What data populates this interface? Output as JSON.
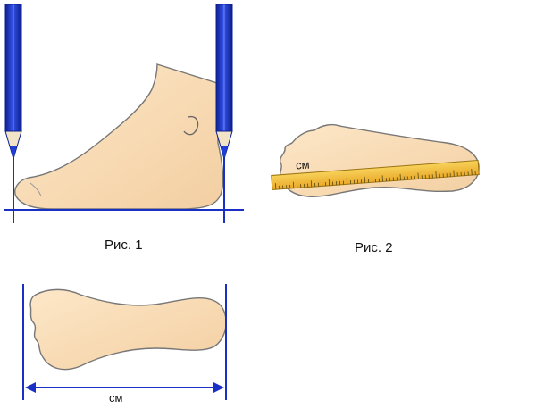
{
  "figures": [
    {
      "caption": "Рис. 1"
    },
    {
      "caption": "Рис. 2",
      "unit_label": "см"
    },
    {
      "unit_label": "см"
    }
  ],
  "colors": {
    "skin": "#fbe0bd",
    "skin_shadow": "#f1c99a",
    "outline": "#777777",
    "line_blue": "#1a2fc4",
    "pencil_blue": "#1f3fd6",
    "pencil_dark": "#0c1f8f",
    "pencil_wood": "#f2e4c6",
    "ruler": "#f5c13a",
    "ruler_tick": "#5a4a10"
  },
  "icons": [
    "pencil-icon",
    "ruler-icon",
    "arrow-icon"
  ]
}
